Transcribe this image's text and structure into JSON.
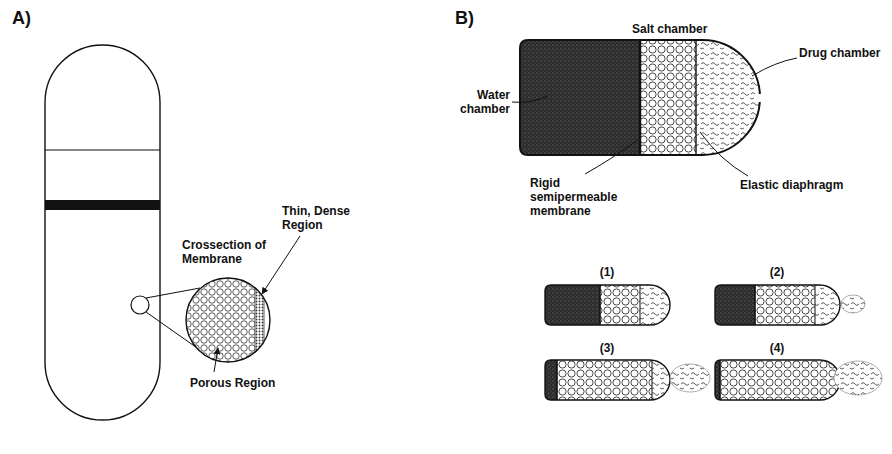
{
  "diagram": {
    "labels": [
      "A)",
      "Crossection of Membrane",
      "Thin, Dense Region",
      "Porous Region",
      "B)",
      "Salt chamber",
      "Drug chamber",
      "Water chamber",
      "Elastic diaphragm",
      "Rigid semipermeable membrane",
      "(1)",
      "(2)",
      "(3)",
      "(4)"
    ]
  }
}
